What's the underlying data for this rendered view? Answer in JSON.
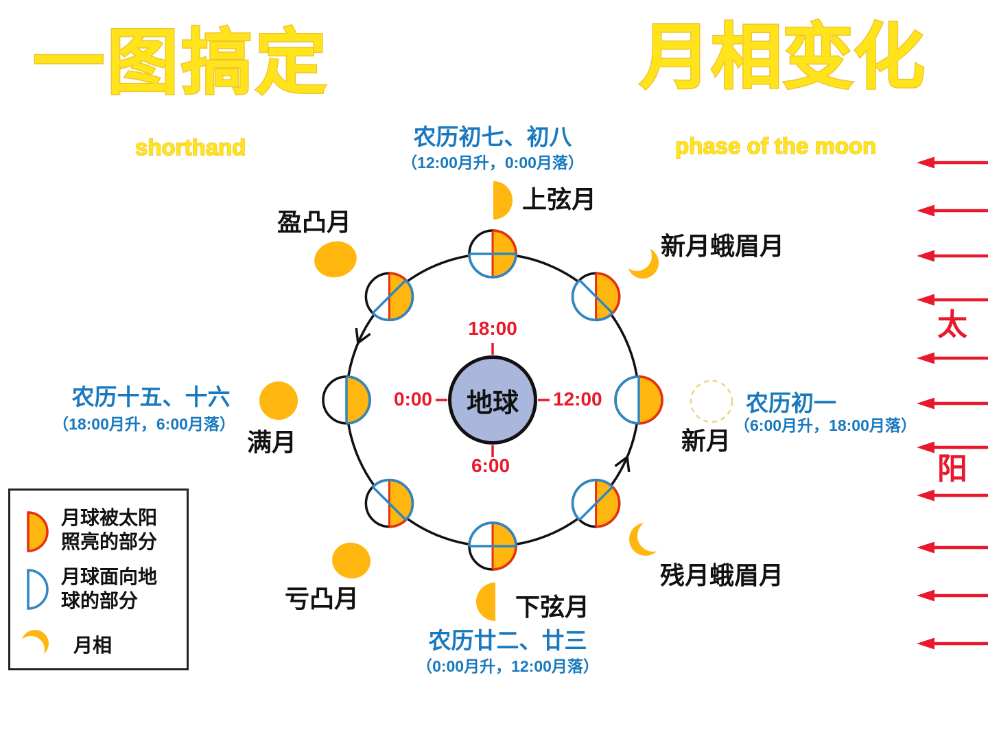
{
  "titles": {
    "left": {
      "main": "一图搞定",
      "sub": "shorthand"
    },
    "right": {
      "main": "月相变化",
      "sub": "phase of the moon"
    }
  },
  "earth": {
    "label": "地球"
  },
  "clock": {
    "top": "18:00",
    "left": "0:00",
    "right": "12:00",
    "bottom": "6:00"
  },
  "sun": {
    "top_char": "太",
    "bottom_char": "阳",
    "arrow_count": 11
  },
  "phases": {
    "first_quarter": {
      "title": "农历初七、初八",
      "times": "（12:00月升，0:00月落）",
      "label": "上弦月"
    },
    "waxing_crescent": {
      "label": "新月蛾眉月"
    },
    "waxing_gibbous": {
      "label": "盈凸月"
    },
    "full_moon": {
      "title": "农历十五、十六",
      "times": "（18:00月升，6:00月落）",
      "label": "满月"
    },
    "new_moon": {
      "title": "农历初一",
      "times": "（6:00月升，18:00月落）",
      "label": "新月"
    },
    "waning_gibbous": {
      "label": "亏凸月"
    },
    "last_quarter": {
      "title": "农历廿二、廿三",
      "times": "（0:00月升，12:00月落）",
      "label": "下弦月"
    },
    "waning_crescent": {
      "label": "残月蛾眉月"
    }
  },
  "legend": {
    "items": [
      {
        "icon": "sunlit-half-icon",
        "text": "月球被太阳照亮的部分"
      },
      {
        "icon": "earth-facing-half-icon",
        "text": "月球面向地球的部分"
      },
      {
        "icon": "moon-phase-icon",
        "text": "月相"
      }
    ]
  },
  "orbit": {
    "moons": [
      {
        "position": "top",
        "angle": 90
      },
      {
        "position": "top-right",
        "angle": 45
      },
      {
        "position": "right",
        "angle": 0
      },
      {
        "position": "bottom-right",
        "angle": -45
      },
      {
        "position": "bottom",
        "angle": -90
      },
      {
        "position": "bottom-left",
        "angle": -135
      },
      {
        "position": "left",
        "angle": 180
      },
      {
        "position": "top-left",
        "angle": 135
      }
    ]
  },
  "colors": {
    "accent_yellow": "#FFE41C",
    "accent_yellow_stroke": "#F0C42E",
    "blue_text": "#1879BE",
    "red": "#E8192C",
    "moon_orange": "#FFB60F",
    "moon_red_outline": "#E5310F",
    "moon_blue_outline": "#2E86C3",
    "earth_fill": "#A8B7DB",
    "dashed_circle": "#E9D584",
    "outline_black": "#111111"
  }
}
